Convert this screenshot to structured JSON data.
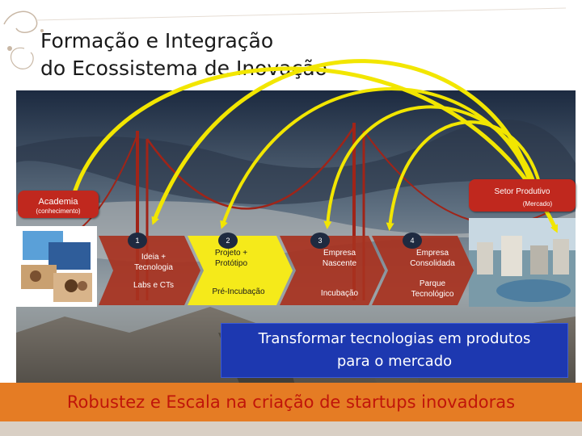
{
  "title": {
    "line1": "Formação e Integração",
    "line2": "do Ecossistema de Inovação"
  },
  "academia": {
    "label": "Academia",
    "sub": "(conhecimento)"
  },
  "setor": {
    "label": "Setor Produtivo",
    "sub": "(Mercado)"
  },
  "stages": [
    {
      "number": "1",
      "top_line1": "Ideia +",
      "top_line2": "Tecnologia",
      "bottom": "Labs e CTs"
    },
    {
      "number": "2",
      "top_line1": "Projeto +",
      "top_line2": "Protótipo",
      "bottom": "Pré-Incubação"
    },
    {
      "number": "3",
      "top_line1": "Empresa",
      "top_line2": "Nascente",
      "bottom": "Incubação"
    },
    {
      "number": "4",
      "top_line1": "Empresa",
      "top_line2": "Consolidada",
      "bottom_line1": "Parque",
      "bottom_line2": "Tecnológico"
    }
  ],
  "blue_box": {
    "line1": "Transformar tecnologias em produtos",
    "line2": "para o mercado"
  },
  "orange_bar": {
    "text": "Robustez e Escala na criação de startups inovadoras"
  },
  "colors": {
    "arrow_yellow": "#f2e600",
    "pill_red": "#c0281e",
    "chevron_red": "#a8321f",
    "chevron_yellow": "#f5ea1a",
    "blue_box": "#1d38b0",
    "orange_bar": "#e57c24",
    "orange_text": "#c0150a"
  }
}
